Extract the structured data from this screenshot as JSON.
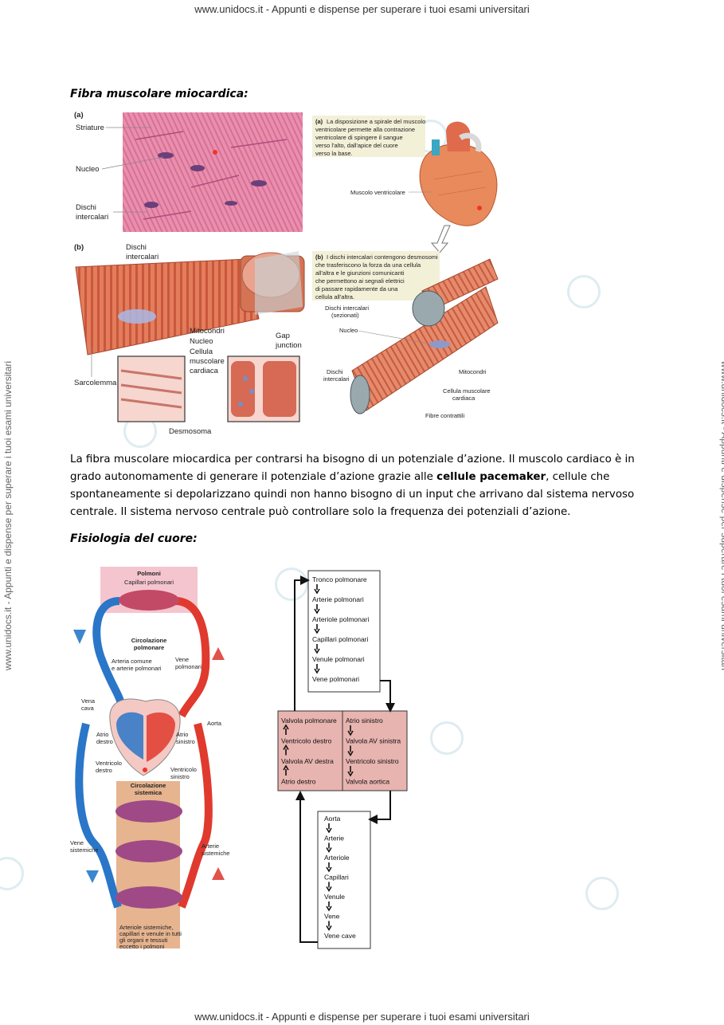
{
  "header": {
    "text": "www.unidocs.it - Appunti e dispense per superare i tuoi esami universitari"
  },
  "footer": {
    "text": "www.unidocs.it - Appunti e dispense per superare i tuoi esami universitari"
  },
  "side_watermark": {
    "text": "www.unidocs.it - Appunti e dispense per superare i tuoi esami universitari"
  },
  "section1": {
    "heading": "Fibra muscolare miocardica:"
  },
  "figure1": {
    "panel_a_letter": "(a)",
    "label_striature": "Striature",
    "label_nucleo": "Nucleo",
    "label_dischi_1": "Dischi",
    "label_dischi_2": "intercalari",
    "caption_a": [
      "La disposizione a spirale del muscolo",
      "ventricolare permette alla contrazione",
      "ventricolare di spingere il sangue",
      "verso l'alto, dall'apice del cuore",
      "verso la base."
    ],
    "caption_a_marker": "(a)",
    "label_muscolo_ventricolare": "Muscolo ventricolare",
    "panel_b_letter": "(b)",
    "b_dischi_1": "Dischi",
    "b_dischi_2": "intercalari",
    "b_mitocondri": "Mitocondri",
    "b_nucleo": "Nucleo",
    "b_cellula_1": "Cellula",
    "b_cellula_2": "muscolare",
    "b_cellula_3": "cardiaca",
    "b_gap_1": "Gap",
    "b_gap_2": "junction",
    "b_sarcolemma": "Sarcolemma",
    "b_desmosoma": "Desmosoma",
    "caption_b": [
      "I dischi intercalari contengono desmosomi",
      "che trasferiscono la forza da una cellula",
      "all'altra e le giunzioni comunicanti",
      "che permettono ai segnali elettrici",
      "di passare rapidamente da una",
      "cellula all'altra."
    ],
    "caption_b_marker": "(b)",
    "r_dischi_sez_1": "Dischi intercalari",
    "r_dischi_sez_2": "(sezionati)",
    "r_nucleo": "Nucleo",
    "r_dischi_1": "Dischi",
    "r_dischi_2": "intercalari",
    "r_mitocondri": "Mitocondri",
    "r_cellula_1": "Cellula muscolare",
    "r_cellula_2": "cardiaca",
    "r_fibre": "Fibre contrattili"
  },
  "paragraph": {
    "part1": "La fibra muscolare miocardica per contrarsi ha bisogno di un potenziale d’azione. Il muscolo cardiaco è in grado autonomamente di generare il potenziale d’azione grazie alle ",
    "bold": "cellule pacemaker",
    "part2": ", cellule che spontaneamente si depolarizzano quindi non hanno bisogno di un input che arrivano dal sistema nervoso centrale.  Il sistema nervoso centrale può controllare solo la frequenza dei potenziali d’azione."
  },
  "section2": {
    "heading": "Fisiologia del cuore:"
  },
  "circulation": {
    "polmoni": "Polmoni",
    "capillari_polmonari": "Capillari polmonari",
    "circ_polm_1": "Circolazione",
    "circ_polm_2": "polmonare",
    "arteria_1": "Arteria comune",
    "arteria_2": "e arterie polmonari",
    "vene_polm_1": "Vene",
    "vene_polm_2": "polmonari",
    "vena_cava_1": "Vena",
    "vena_cava_2": "cava",
    "aorta": "Aorta",
    "atrio_destro_1": "Atrio",
    "atrio_destro_2": "destro",
    "atrio_sinistro_1": "Atrio",
    "atrio_sinistro_2": "sinistro",
    "ventricolo_destro_1": "Ventricolo",
    "ventricolo_destro_2": "destro",
    "ventricolo_sinistro_1": "Ventricolo",
    "ventricolo_sinistro_2": "sinistro",
    "circ_sist_1": "Circolazione",
    "circ_sist_2": "sistemica",
    "vene_sist_1": "Vene",
    "vene_sist_2": "sistemiche",
    "arterie_sist_1": "Arterie",
    "arterie_sist_2": "sistemiche",
    "bottom_1": "Arteriole sistemiche,",
    "bottom_2": "capillari e venule in tutti",
    "bottom_3": "gli organi e tessuti",
    "bottom_4": "eccetto i polmoni"
  },
  "flowchart": {
    "top_box": [
      "Tronco polmonare",
      "Arterie polmonari",
      "Arteriole polmonari",
      "Capillari polmonari",
      "Venule polmonari",
      "Vene polmonari"
    ],
    "heart_left": [
      "Valvola polmonare",
      "Ventricolo destro",
      "Valvola AV destra",
      "Atrio destro"
    ],
    "heart_right": [
      "Atrio sinistro",
      "Valvola AV sinistra",
      "Ventricolo sinistro",
      "Valvola aortica"
    ],
    "bottom_box": [
      "Aorta",
      "Arterie",
      "Arteriole",
      "Capillari",
      "Venule",
      "Vene",
      "Vene cave"
    ]
  },
  "colors": {
    "heart_box": "#e8b4b0",
    "tissue_pink": "#e88aa8",
    "artery_red": "#e03a2e",
    "vein_blue": "#2a76c8"
  }
}
